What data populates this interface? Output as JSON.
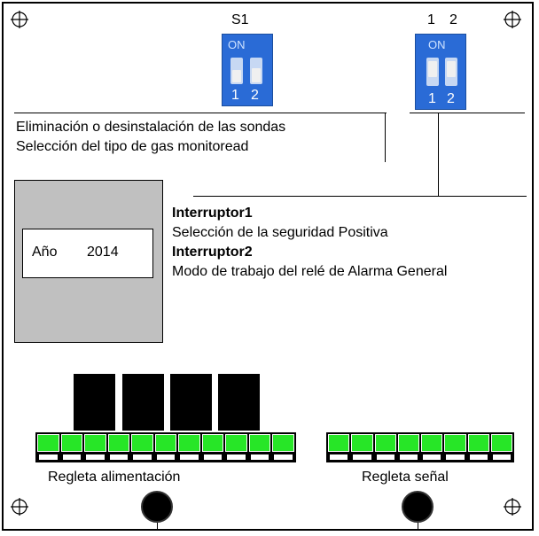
{
  "switches": {
    "s1_label": "S1",
    "s1_on": "ON",
    "s1_num1": "1",
    "s1_num2": "2",
    "s2_header_1": "1",
    "s2_header_2": "2",
    "s2_on": "ON",
    "s2_num1": "1",
    "s2_num2": "2"
  },
  "annotations": {
    "line1": "Eliminación o desinstalación de las sondas",
    "line2": "Selección del tipo de gas  monitoread"
  },
  "label_box": {
    "year_label": "Año",
    "year_value": "2014"
  },
  "interruptors": {
    "i1_title": "Interruptor1",
    "i1_desc": "Selección de la seguridad Positiva",
    "i2_title": "Interruptor2",
    "i2_desc": "Modo de trabajo del relé de Alarma General"
  },
  "terminals": {
    "power_label": "Regleta alimentación",
    "signal_label": "Regleta  señal",
    "power_count": 11,
    "signal_count": 8
  },
  "colors": {
    "dip_blue": "#2a6bd6",
    "terminal_green": "#27e627",
    "block_gray": "#c0c0c0"
  }
}
